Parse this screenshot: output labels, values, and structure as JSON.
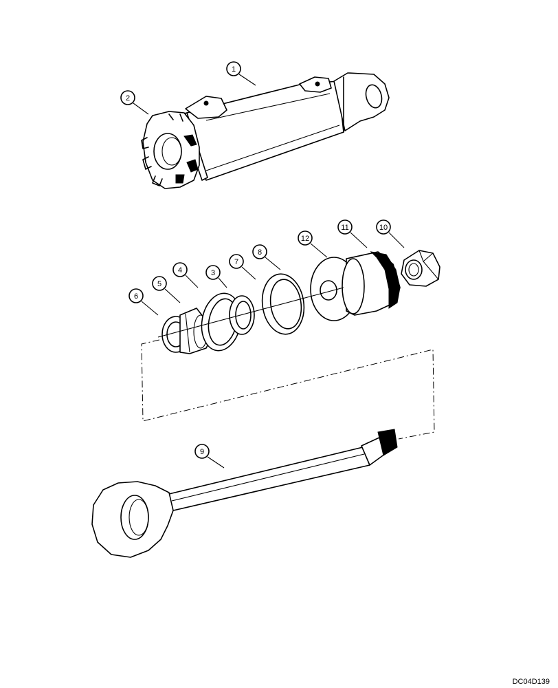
{
  "drawing_code": "DC04D139",
  "callouts": [
    "1",
    "2",
    "3",
    "4",
    "5",
    "6",
    "7",
    "8",
    "9",
    "10",
    "11",
    "12"
  ]
}
